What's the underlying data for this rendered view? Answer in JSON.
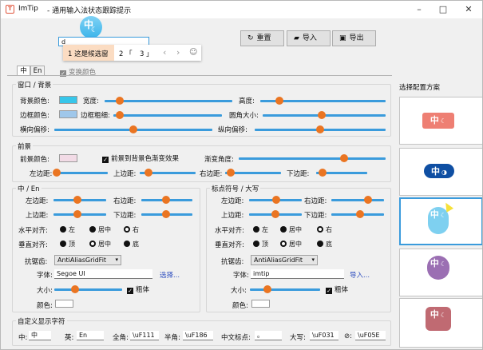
{
  "window": {
    "app_name": "ImTip",
    "title": "- 通用输入法状态跟踪提示",
    "minimize": "–",
    "maximize": "□",
    "close": "✕"
  },
  "toolbar": {
    "reset": "重置",
    "import": "导入",
    "export": "导出"
  },
  "indicator": {
    "lang": "中",
    "mode_glyph": "☾"
  },
  "candidate_popup": {
    "input_text": "d",
    "first": "1 这是候选窗",
    "second": "2 「",
    "third": "3 」",
    "prev": "‹",
    "next": "›",
    "emoji": "☺"
  },
  "tabs": [
    "中",
    "En"
  ],
  "gradient_toggle": "变换颜色",
  "window_bg": {
    "title": "窗口 / 背景",
    "bg_color_label": "背景颜色:",
    "bg_color": "#37c6ea",
    "width_label": "宽度:",
    "width_level": 0.12,
    "height_label": "高度:",
    "height_level": 0.15,
    "border_color_label": "边框颜色:",
    "border_color": "#9fc7ea",
    "border_width_label": "边框粗细:",
    "border_width_level": 0.06,
    "corner_label": "圆角大小:",
    "corner_level": 0.48,
    "offset_x_label": "横向偏移:",
    "offset_x_level": 0.5,
    "offset_y_label": "纵向偏移:",
    "offset_y_level": 0.5
  },
  "foreground": {
    "title": "前景",
    "fg_color_label": "前景颜色:",
    "fg_color": "#f2dbe6",
    "gradient_check": "前景到背景色渐变效果",
    "gradient_angle_label": "渐变角度:",
    "gradient_angle_level": 0.72,
    "left_label": "左边距:",
    "left_level": 0.03,
    "top_label": "上边距:",
    "top_level": 0.15,
    "right_label": "右边距:",
    "right_level": 0.1,
    "bottom_label": "下边距:",
    "bottom_level": 0.12
  },
  "cn_en": {
    "title": "中 / En",
    "left_label": "左边距:",
    "left_level": 0.45,
    "right_label": "右边距:",
    "right_level": 0.48,
    "top_label": "上边距:",
    "top_level": 0.45,
    "bottom_label": "下边距:",
    "bottom_level": 0.48,
    "halign_label": "水平对齐:",
    "valign_label": "垂直对齐:",
    "align_opts_h": [
      "左",
      "居中",
      "右"
    ],
    "align_opts_v": [
      "顶",
      "居中",
      "底"
    ],
    "aa_label": "抗锯齿:",
    "aa_value": "AntiAliasGridFit",
    "font_label": "字体:",
    "font_value": "Segoe UI",
    "choose_link": "选择...",
    "size_label": "大小:",
    "size_level": 0.3,
    "bold_label": "粗体",
    "color_label": "颜色:"
  },
  "punct": {
    "title": "标点符号 / 大写",
    "left_label": "左边距:",
    "left_level": 0.52,
    "right_label": "右边距:",
    "right_level": 0.7,
    "top_label": "上边距:",
    "top_level": 0.5,
    "bottom_label": "下边距:",
    "bottom_level": 0.55,
    "halign_label": "水平对齐:",
    "valign_label": "垂直对齐:",
    "align_opts_h": [
      "左",
      "居中",
      "右"
    ],
    "align_opts_v": [
      "顶",
      "居中",
      "底"
    ],
    "aa_label": "抗锯齿:",
    "aa_value": "AntiAliasGridFit",
    "font_label": "字体:",
    "font_value": "imtip",
    "import_link": "导入...",
    "size_label": "大小:",
    "size_level": 0.25,
    "bold_label": "粗体",
    "color_label": "颜色:"
  },
  "custom_chars": {
    "title": "自定义显示字符",
    "cn_label": "中:",
    "cn_value": "中",
    "en_label": "英:",
    "en_value": "En",
    "full_label": "全角:",
    "full_value": "\\uF111",
    "half_label": "半角:",
    "half_value": "\\uF186",
    "cnpunct_label": "中文标点:",
    "cnpunct_value": "。",
    "caps_label": "大写:",
    "caps_value": "\\uF031",
    "lock_label": "⊘:",
    "lock_value": "\\uF05E"
  },
  "presets": {
    "title": "选择配置方案",
    "items": [
      {
        "lang": "中",
        "mode": "☾",
        "bg": "#ee7f73"
      },
      {
        "lang": "中",
        "mode": "◑",
        "bg": "#0f4fa3"
      },
      {
        "lang": "中",
        "mode": "☾",
        "bg": "#7ed0f0"
      },
      {
        "lang": "中",
        "mode": "☾",
        "bg": "#9b6fb3"
      },
      {
        "lang": "中",
        "mode": "☾",
        "bg": "#c06a72"
      }
    ]
  },
  "colors": {
    "accent_thumb": "#ea7522",
    "track": "#3a9bdc"
  }
}
